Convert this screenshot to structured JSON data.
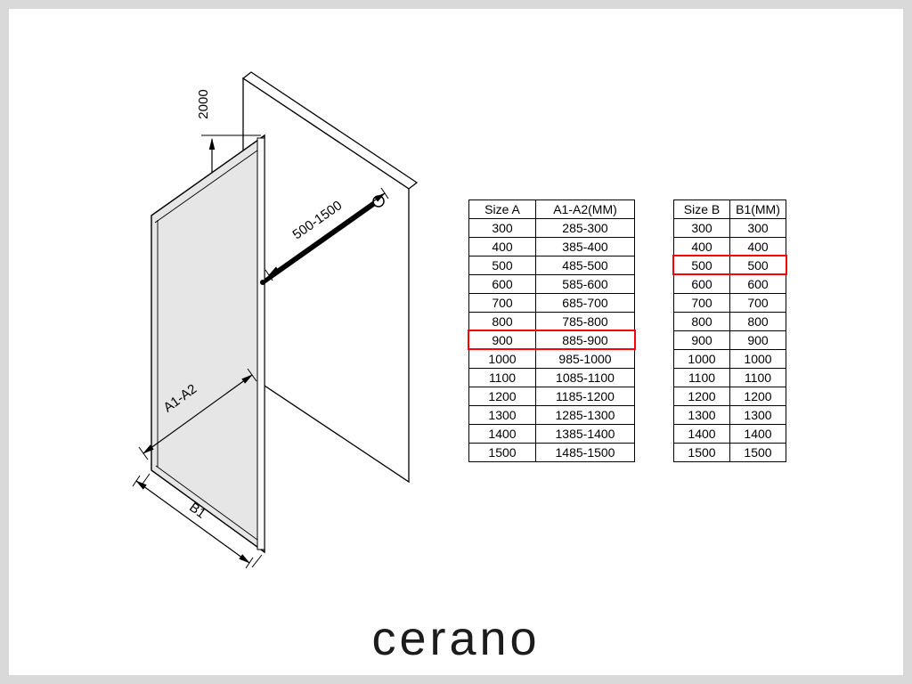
{
  "page": {
    "background": "#ffffff",
    "frame_color": "#d9d9d9"
  },
  "brand": {
    "logo_text": "cerano"
  },
  "diagram": {
    "glass_color": "#e6e6e6",
    "labels": {
      "height": "2000",
      "bar_range": "500-1500",
      "width_a": "A1-A2",
      "width_b": "B1"
    }
  },
  "table_a": {
    "headers": [
      "Size  A",
      "A1-A2(MM)"
    ],
    "rows": [
      [
        "300",
        "285-300"
      ],
      [
        "400",
        "385-400"
      ],
      [
        "500",
        "485-500"
      ],
      [
        "600",
        "585-600"
      ],
      [
        "700",
        "685-700"
      ],
      [
        "800",
        "785-800"
      ],
      [
        "900",
        "885-900"
      ],
      [
        "1000",
        "985-1000"
      ],
      [
        "1100",
        "1085-1100"
      ],
      [
        "1200",
        "1185-1200"
      ],
      [
        "1300",
        "1285-1300"
      ],
      [
        "1400",
        "1385-1400"
      ],
      [
        "1500",
        "1485-1500"
      ]
    ],
    "highlighted_row": "900"
  },
  "table_b": {
    "headers": [
      "Size  B",
      "B1(MM)"
    ],
    "rows": [
      [
        "300",
        "300"
      ],
      [
        "400",
        "400"
      ],
      [
        "500",
        "500"
      ],
      [
        "600",
        "600"
      ],
      [
        "700",
        "700"
      ],
      [
        "800",
        "800"
      ],
      [
        "900",
        "900"
      ],
      [
        "1000",
        "1000"
      ],
      [
        "1100",
        "1100"
      ],
      [
        "1200",
        "1200"
      ],
      [
        "1300",
        "1300"
      ],
      [
        "1400",
        "1400"
      ],
      [
        "1500",
        "1500"
      ]
    ],
    "highlighted_row": "500"
  },
  "colors": {
    "highlight": "#ff0000",
    "glass": "#e6e6e6",
    "line": "#000000"
  }
}
